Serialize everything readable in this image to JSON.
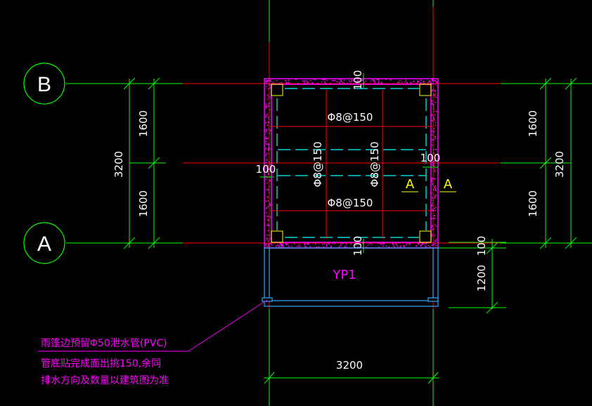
{
  "colors": {
    "background": "#000000",
    "grid_line": "#ff0000",
    "dimension": "#00ff00",
    "wall": "#ff00ff",
    "rebar": "#ff0000",
    "dashed": "#00ffff",
    "canopy": "#33aaff",
    "section_mark": "#ffff00",
    "text": "#ffffff"
  },
  "axes": {
    "b": "B",
    "a": "A"
  },
  "dims": {
    "left_total": "3200",
    "left_upper": "1600",
    "left_lower": "1600",
    "right_total": "3200",
    "right_upper": "1600",
    "right_lower": "1600",
    "top_wall": "100",
    "bottom_wall": "100",
    "left_wall": "100",
    "right_wall": "100",
    "canopy_depth": "1200",
    "canopy_gap": "100",
    "bottom_width": "3200"
  },
  "rebar": {
    "top": "Φ8@150",
    "bottom": "Φ8@150",
    "vert_left": "Φ8@150",
    "vert_right": "Φ8@150"
  },
  "section": {
    "inner": "A",
    "outer": "A"
  },
  "canopy_label": "YP1",
  "notes": {
    "line1": "雨篷边预留Φ50泄水管(PVC)",
    "line2": "管底贴完成面出挑150,余同",
    "line3": "排水方向及数量以建筑图为准"
  }
}
